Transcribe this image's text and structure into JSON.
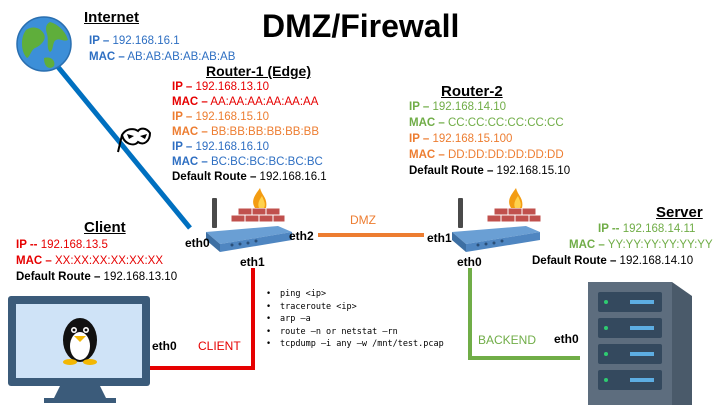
{
  "title": "DMZ/Firewall",
  "colors": {
    "red": "#e60000",
    "blue": "#2e6fc2",
    "orange": "#ed7d31",
    "green": "#70ad47",
    "dmz_link": "#ed7d31",
    "client_link": "#e60000",
    "backend_link": "#70ad47",
    "internet_link": "#0070c0"
  },
  "internet": {
    "header": "Internet",
    "ip_label": "IP –",
    "ip_value": "192.168.16.1",
    "mac_label": "MAC –",
    "mac_value": "AB:AB:AB:AB:AB:AB",
    "icon": "globe-icon"
  },
  "router1": {
    "header": "Router-1 (Edge)",
    "lines": [
      {
        "label": "IP –",
        "value": "192.168.13.10",
        "color": "red"
      },
      {
        "label": "MAC –",
        "value": "AA:AA:AA:AA:AA:AA",
        "color": "red"
      },
      {
        "label": "IP –",
        "value": "192.168.15.10",
        "color": "orange"
      },
      {
        "label": "MAC –",
        "value": "BB:BB:BB:BB:BB:BB",
        "color": "orange"
      },
      {
        "label": "IP –",
        "value": "192.168.16.10",
        "color": "blue"
      },
      {
        "label": "MAC –",
        "value": "BC:BC:BC:BC:BC:BC",
        "color": "blue"
      }
    ],
    "default_route_label": "Default Route –",
    "default_route_value": "192.168.16.1",
    "ifaces": {
      "eth0": "eth0",
      "eth1": "eth1",
      "eth2": "eth2"
    },
    "icon": "firewall-router-icon"
  },
  "router2": {
    "header": "Router-2",
    "lines": [
      {
        "label": "IP –",
        "value": "192.168.14.10",
        "color": "green"
      },
      {
        "label": "MAC –",
        "value": "CC:CC:CC:CC:CC:CC",
        "color": "green"
      },
      {
        "label": "IP –",
        "value": "192.168.15.100",
        "color": "orange"
      },
      {
        "label": "MAC –",
        "value": "DD:DD:DD:DD:DD:DD",
        "color": "orange"
      }
    ],
    "default_route_label": "Default Route –",
    "default_route_value": "192.168.15.10",
    "ifaces": {
      "eth0": "eth0",
      "eth1": "eth1"
    },
    "icon": "firewall-router-icon"
  },
  "client": {
    "header": "Client",
    "ip_label": "IP --",
    "ip_value": "192.168.13.5",
    "mac_label": "MAC –",
    "mac_value": "XX:XX:XX:XX:XX:XX",
    "default_route_label": "Default Route –",
    "default_route_value": "192.168.13.10",
    "iface": "eth0",
    "icon": "linux-monitor-icon"
  },
  "server": {
    "header": "Server",
    "ip_label": "IP --",
    "ip_value": "192.168.14.11",
    "mac_label": "MAC –",
    "mac_value": "YY:YY:YY:YY:YY:YY",
    "default_route_label": "Default Route –",
    "default_route_value": "192.168.14.10",
    "iface": "eth0",
    "icon": "server-rack-icon"
  },
  "links": {
    "dmz": "DMZ",
    "client": "CLIENT",
    "backend": "BACKEND"
  },
  "commands": [
    "ping <ip>",
    "traceroute <ip>",
    "arp –a",
    "route –n or netstat –rn",
    "tcpdump –i any –w /mnt/test.pcap"
  ],
  "hacker_icon": "mask-icon"
}
